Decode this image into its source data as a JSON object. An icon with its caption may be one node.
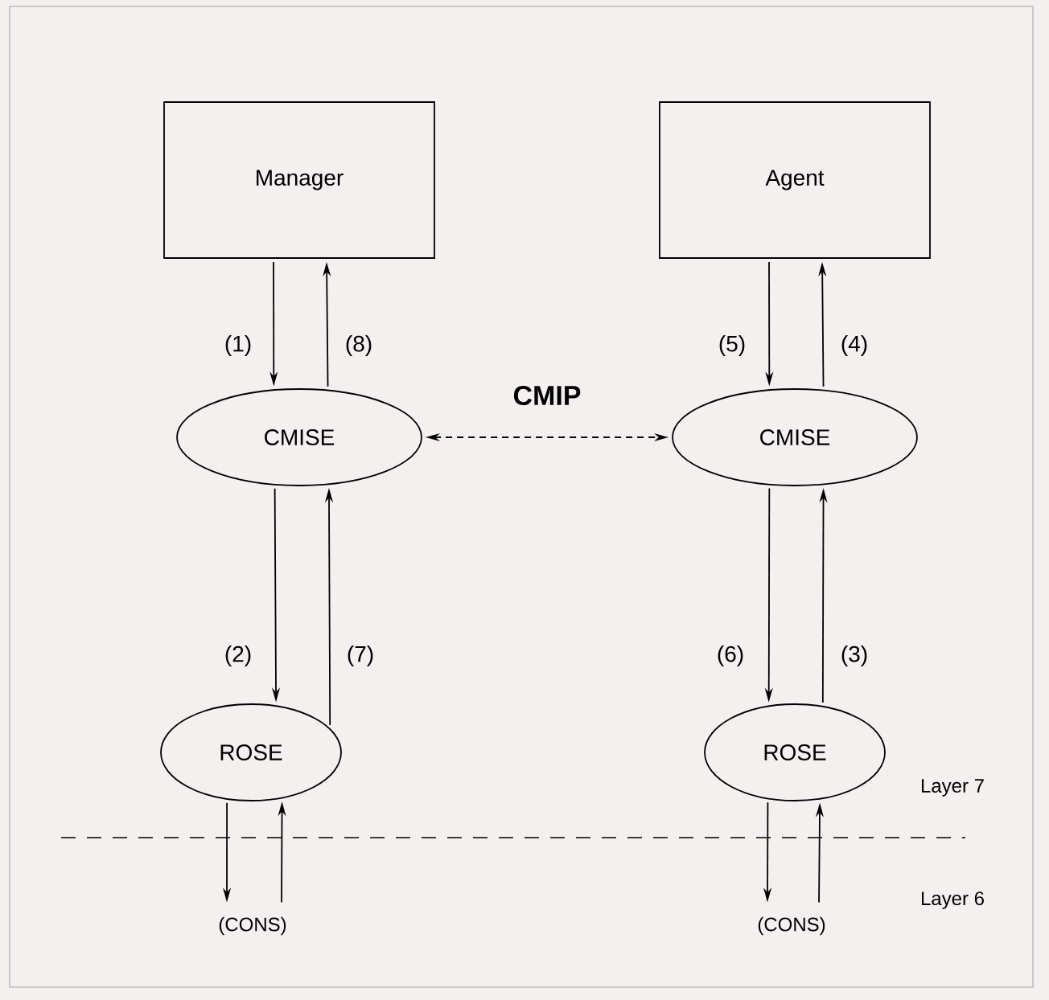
{
  "diagram": {
    "nodes": [
      {
        "text": [
          "Manager"
        ]
      },
      {
        "text": [
          "Agent"
        ]
      },
      {
        "text": [
          "CMISE"
        ]
      },
      {
        "text": [
          "CMISE"
        ]
      },
      {
        "text": [
          "ROSE"
        ]
      },
      {
        "text": [
          "ROSE"
        ]
      },
      {
        "text": [
          "(CONS)"
        ]
      },
      {
        "text": [
          "(CONS)"
        ]
      }
    ],
    "edges": [
      {
        "from": 0,
        "to": 2,
        "arrow": "to",
        "label": "(1)"
      },
      {
        "from": 2,
        "to": 0,
        "arrow": "to",
        "label": "(8)"
      },
      {
        "from": 2,
        "to": 4,
        "arrow": "to",
        "label": "(2)"
      },
      {
        "from": 4,
        "to": 2,
        "arrow": "to",
        "label": "(7)"
      },
      {
        "from": 4,
        "to": 6,
        "arrow": "to"
      },
      {
        "from": 6,
        "to": 4,
        "arrow": "to"
      },
      {
        "from": 1,
        "to": 3,
        "arrow": "to",
        "label": "(5)"
      },
      {
        "from": 3,
        "to": 1,
        "arrow": "to",
        "label": "(4)"
      },
      {
        "from": 3,
        "to": 5,
        "arrow": "to",
        "label": "(6)"
      },
      {
        "from": 5,
        "to": 3,
        "arrow": "to",
        "label": "(3)"
      },
      {
        "from": 5,
        "to": 7,
        "arrow": "to"
      },
      {
        "from": 7,
        "to": 5,
        "arrow": "to"
      },
      {
        "from": 2,
        "to": 3,
        "arrow": "both",
        "style": "dashed",
        "label": "CMIP"
      }
    ],
    "labels": [
      "Layer 7",
      "Layer 6"
    ]
  }
}
